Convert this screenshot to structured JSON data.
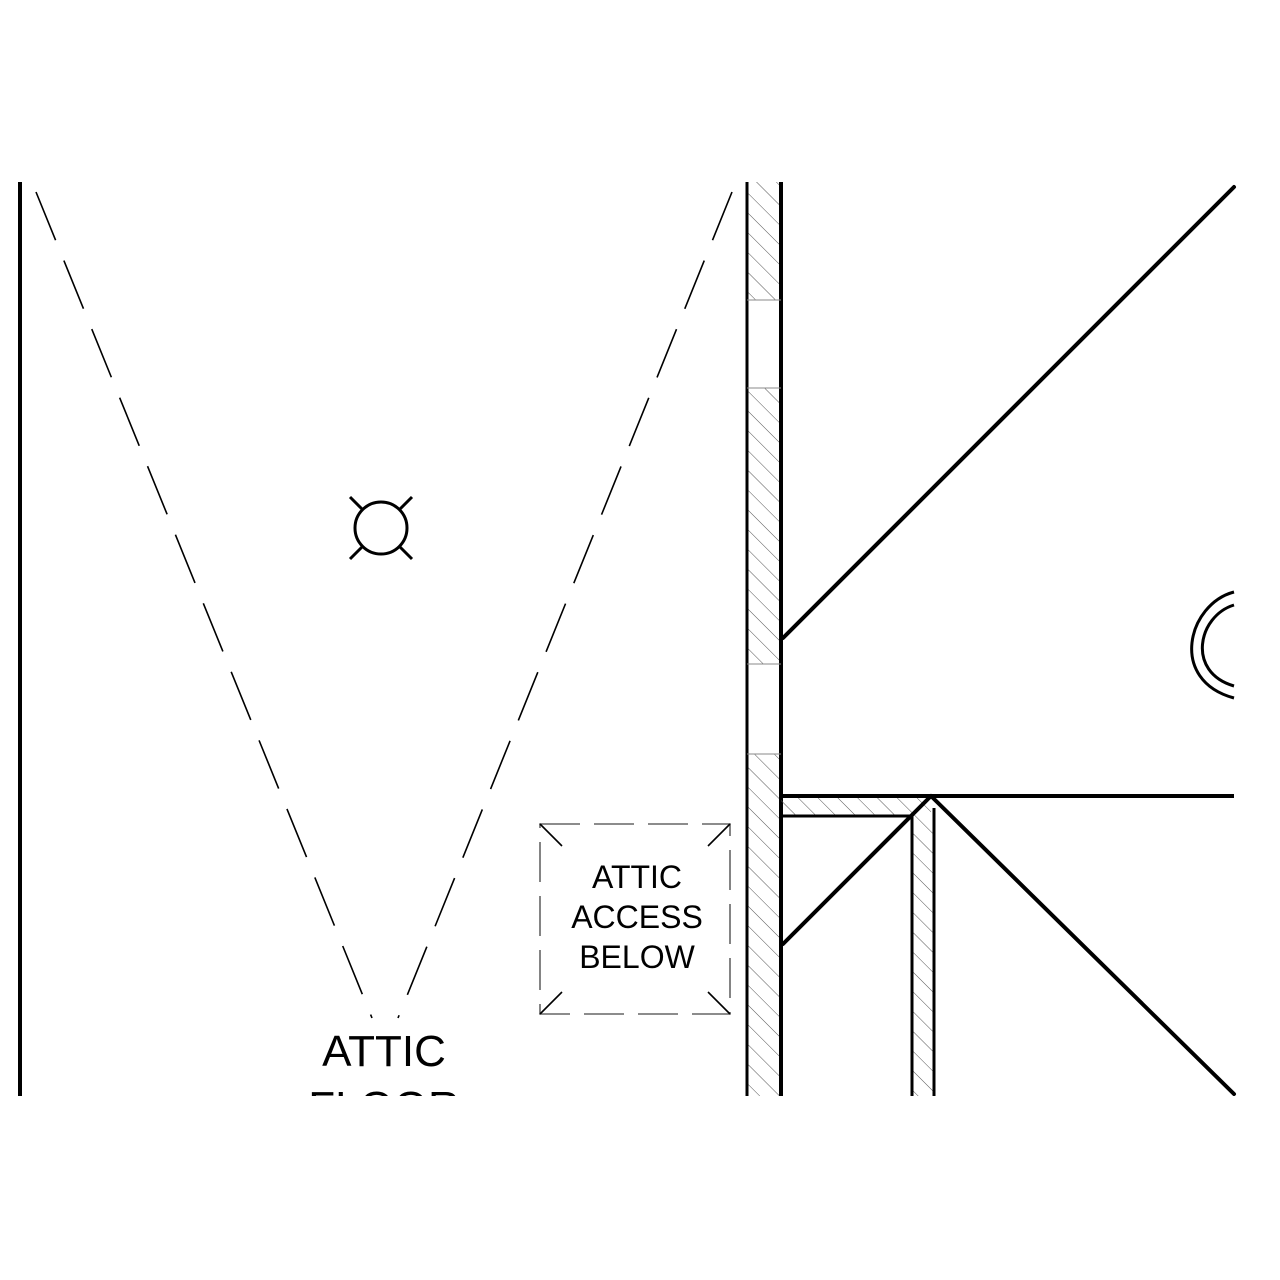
{
  "drawing": {
    "type": "architectural floor plan detail",
    "line_color": "#000000",
    "background_color": "#ffffff",
    "hatch_color": "#555555"
  },
  "labels": {
    "attic_access_line1": "ATTIC",
    "attic_access_line2": "ACCESS",
    "attic_access_line3": "BELOW",
    "attic_floor_line1": "ATTIC",
    "attic_floor_line2": "FLOOR"
  },
  "symbols": {
    "light_fixture": "ceiling-light-symbol",
    "attic_hatch": "attic-access-hatch-symbol",
    "roof_slope_lines": "dashed-v-slope-lines"
  }
}
